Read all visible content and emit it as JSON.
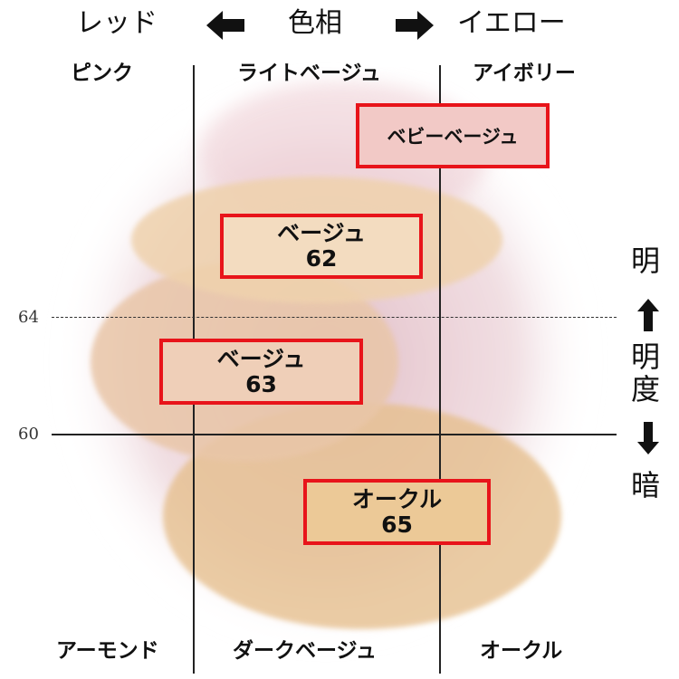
{
  "header": {
    "left": "レッド",
    "center": "色相",
    "right": "イエロー"
  },
  "columns_top": [
    "ピンク",
    "ライトベージュ",
    "アイボリー"
  ],
  "columns_bottom": [
    "アーモンド",
    "ダークベージュ",
    "オークル"
  ],
  "axis": {
    "line_64": "64",
    "line_60": "60"
  },
  "brightness": {
    "bright": "明",
    "label_1": "明",
    "label_2": "度",
    "dark": "暗"
  },
  "boxes": [
    {
      "name": "ベビーベージュ",
      "number": ""
    },
    {
      "name": "ベージュ",
      "number": "62"
    },
    {
      "name": "ベージュ",
      "number": "63"
    },
    {
      "name": "オークル",
      "number": "65"
    }
  ],
  "colors": {
    "box_border": "#e8141a",
    "box1_fill": "#f2c9c6",
    "box2_fill": "#f3dcc0",
    "box3_fill": "#efcfb8",
    "box4_fill": "#ecc997"
  }
}
